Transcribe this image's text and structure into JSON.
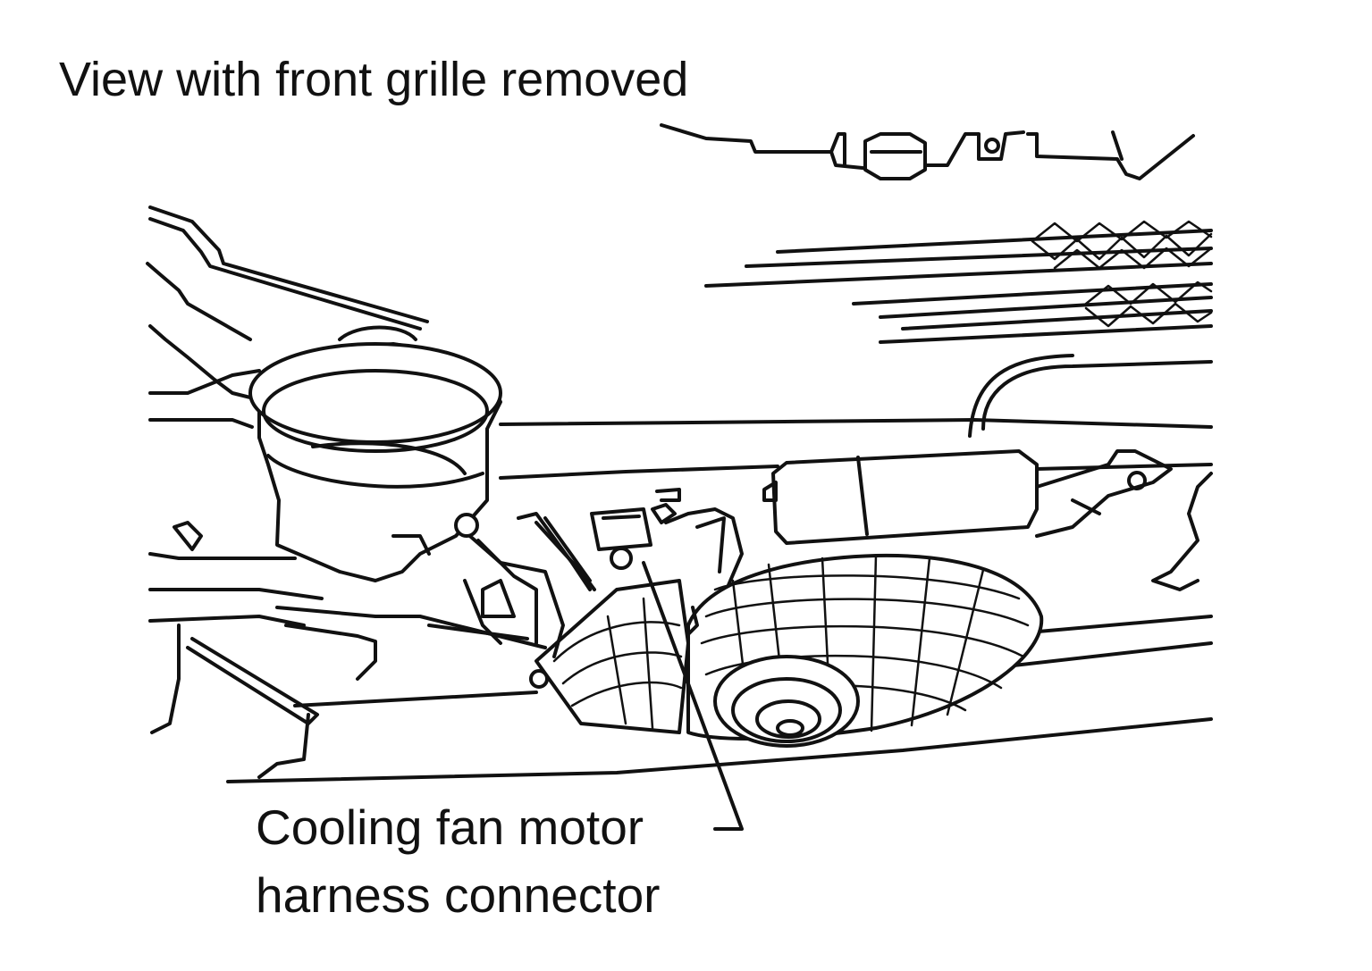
{
  "title": "View with front grille removed",
  "callout": {
    "line1": "Cooling fan motor",
    "line2": "harness connector"
  }
}
